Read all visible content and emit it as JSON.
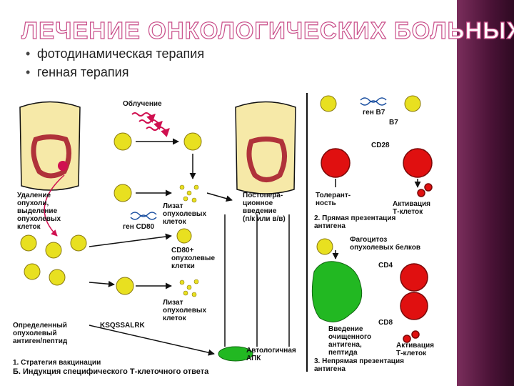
{
  "slide": {
    "title": "ЛЕЧЕНИЕ ОНКОЛОГИЧЕСКИХ БОЛЬНЫХ",
    "bullets": [
      "фотодинамическая терапия",
      "генная терапия"
    ]
  },
  "diagram": {
    "irradiation": "Облучение",
    "removal": "Удаление\nопухоли,\nвыделение\nопухолевых\nклеток",
    "lysate1": "Лизат\nопухолевых\nклеток",
    "postop": "Постопера-\nционное\nвведение\n(п/к или в/в)",
    "gene_cd80": "ген CD80",
    "cd80_cells": "CD80+\nопухолевые\nклетки",
    "lysate2": "Лизат\nопухолевых\nклеток",
    "antigen": "Определенный\nопухолевый\nантиген/пептид",
    "peptide_seq": "KSQSSALRK",
    "autologous": "Автологичная\nАПК",
    "caption1": "1. Стратегия вакцинации",
    "caption_b": "Б. Индукция специфического Т-клеточного ответа",
    "gene_b7": "ген B7",
    "b7": "B7",
    "cd28": "CD28",
    "tolerance": "Толерант-\nность",
    "activation1": "Активация\nТ-клеток",
    "direct": "2. Прямая презентация\nантигена",
    "phago": "Фагоцитоз\nопухолевых белков",
    "cd4": "CD4",
    "cd8": "CD8",
    "purified": "Введение\nочищенного\nантигена,\nпептида",
    "activation2": "Активация\nТ-клеток",
    "indirect": "3. Непрямая презентация\nантигена"
  },
  "colors": {
    "title_outline": "#c94f8a",
    "side_bar": "#5a1a44",
    "tumor_cell": "#e8e020",
    "tcell": "#e01010",
    "apc": "#22b822",
    "skin": "#f6e9a8",
    "intestine": "#b0323a"
  }
}
